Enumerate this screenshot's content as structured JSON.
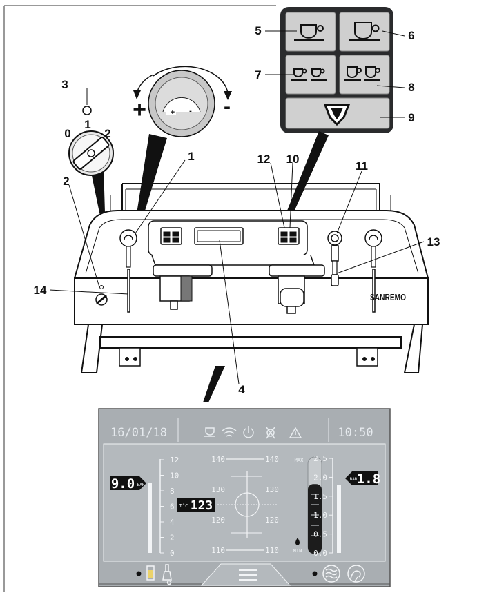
{
  "callouts": {
    "c1": "1",
    "c2": "2",
    "c3": "3",
    "c4": "4",
    "c5": "5",
    "c6": "6",
    "c7": "7",
    "c8": "8",
    "c9": "9",
    "c10": "10",
    "c11": "11",
    "c12": "12",
    "c13": "13",
    "c14": "14"
  },
  "switch": {
    "pos_0": "0",
    "pos_1": "1",
    "pos_2": "2"
  },
  "knob": {
    "plus": "+",
    "minus": "-",
    "inner_plus": "+",
    "inner_minus": "-"
  },
  "brand": {
    "name": "SANREMO"
  },
  "display": {
    "date": "16/01/18",
    "time": "10:50",
    "left_gauge": {
      "value": "9.0",
      "unit": "BAR",
      "ticks": [
        "12",
        "10",
        "8",
        "6",
        "4",
        "2",
        "0"
      ],
      "level": 0.75
    },
    "center": {
      "temp_unit": "T°C",
      "temp_value": "123",
      "left_ticks": [
        "140",
        "130",
        "120",
        "110"
      ],
      "right_ticks": [
        "140",
        "130",
        "120",
        "110"
      ],
      "max_label": "MAX",
      "min_label": "MIN",
      "water_level": 0.72
    },
    "right_gauge": {
      "value": "1.8",
      "unit": "BAR",
      "ticks": [
        "2.5",
        "2.0",
        "1.5",
        "1.0",
        "0.5",
        "0.0"
      ],
      "level": 0.72
    },
    "icons": [
      "cup-icon",
      "wifi-icon",
      "power-icon",
      "eco-icon",
      "warning-icon"
    ]
  },
  "colors": {
    "lcd_bg": "#a9aeb2",
    "lcd_inner": "#b4b9bd",
    "segment_bg": "#111111",
    "segment_fg": "#ffffff",
    "keypad_bg": "#2a2b2d",
    "key_bg": "#cfcfcf"
  }
}
